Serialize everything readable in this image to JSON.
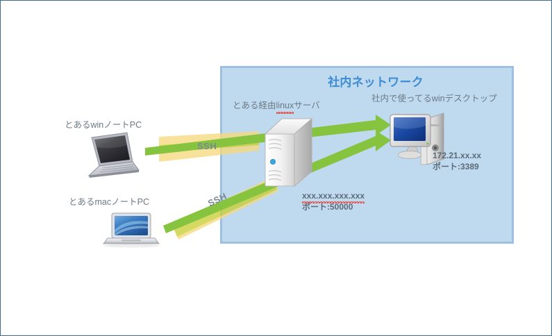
{
  "diagram": {
    "type": "network-topology",
    "title_internal_network": "社内ネットワーク",
    "nodes": [
      {
        "id": "win-laptop",
        "icon": "laptop-windows-icon",
        "label": "とあるwinノートPC",
        "location": "external"
      },
      {
        "id": "mac-laptop",
        "icon": "laptop-mac-icon",
        "label": "とあるmacノートPC",
        "location": "external"
      },
      {
        "id": "linux-server",
        "icon": "server-tower-icon",
        "label": "とある経由linuxサーバ",
        "address": "xxx.xxx.xxx.xxx",
        "port_label": "ポート:50000",
        "location": "internal-network",
        "spellcheck_underline": "linux"
      },
      {
        "id": "win-desktop",
        "icon": "desktop-computer-icon",
        "label": "社内で使ってるwinデスクトップ",
        "address": "172.21.xx.xx",
        "port_label": "ポート:3389",
        "location": "internal-network"
      }
    ],
    "connections": [
      {
        "id": "ssh-1",
        "from": "win-laptop",
        "to": "linux-server",
        "protocol_label": "SSH",
        "style": "yellow-band"
      },
      {
        "id": "ssh-2",
        "from": "mac-laptop",
        "to": "linux-server",
        "protocol_label": "SSH",
        "style": "yellow-band"
      },
      {
        "id": "tunnel-1",
        "from": "win-laptop",
        "to": "win-desktop",
        "style": "green-arrow"
      },
      {
        "id": "tunnel-2",
        "from": "mac-laptop",
        "to": "win-desktop",
        "style": "green-arrow"
      }
    ],
    "colors": {
      "network_box_fill": "#bfd9ef",
      "network_box_border": "#9cc0e2",
      "network_title": "#3c8cd2",
      "label_text": "#6b7a86",
      "ssh_band": "#f5d780",
      "ssh_core": "#c3cf2f",
      "arrow_green": "#82c341",
      "page_border": "#3d6d8e",
      "spellcheck_underline": "#e8453c"
    }
  }
}
